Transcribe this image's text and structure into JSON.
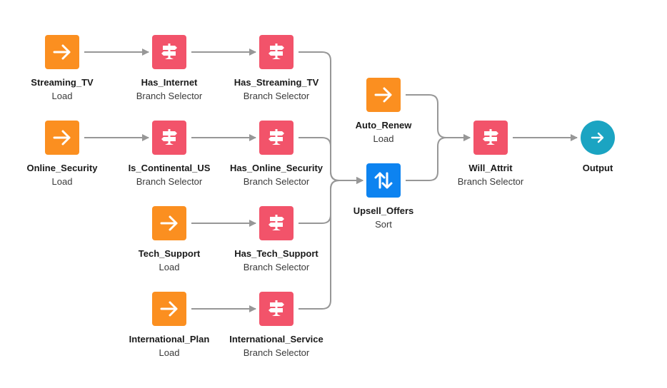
{
  "nodes": [
    {
      "id": "streaming_tv",
      "name": "Streaming_TV",
      "type": "Load",
      "icon": "arrow-right-icon",
      "color": "#fb8f20"
    },
    {
      "id": "has_internet",
      "name": "Has_Internet",
      "type": "Branch Selector",
      "icon": "signpost-icon",
      "color": "#f2536a"
    },
    {
      "id": "has_streaming_tv",
      "name": "Has_Streaming_TV",
      "type": "Branch Selector",
      "icon": "signpost-icon",
      "color": "#f2536a"
    },
    {
      "id": "online_security",
      "name": "Online_Security",
      "type": "Load",
      "icon": "arrow-right-icon",
      "color": "#fb8f20"
    },
    {
      "id": "is_continental_us",
      "name": "Is_Continental_US",
      "type": "Branch Selector",
      "icon": "signpost-icon",
      "color": "#f2536a"
    },
    {
      "id": "has_online_security",
      "name": "Has_Online_Security",
      "type": "Branch Selector",
      "icon": "signpost-icon",
      "color": "#f2536a"
    },
    {
      "id": "tech_support",
      "name": "Tech_Support",
      "type": "Load",
      "icon": "arrow-right-icon",
      "color": "#fb8f20"
    },
    {
      "id": "has_tech_support",
      "name": "Has_Tech_Support",
      "type": "Branch Selector",
      "icon": "signpost-icon",
      "color": "#f2536a"
    },
    {
      "id": "international_plan",
      "name": "International_Plan",
      "type": "Load",
      "icon": "arrow-right-icon",
      "color": "#fb8f20"
    },
    {
      "id": "international_service",
      "name": "International_Service",
      "type": "Branch Selector",
      "icon": "signpost-icon",
      "color": "#f2536a"
    },
    {
      "id": "auto_renew",
      "name": "Auto_Renew",
      "type": "Load",
      "icon": "arrow-right-icon",
      "color": "#fb8f20"
    },
    {
      "id": "upsell_offers",
      "name": "Upsell_Offers",
      "type": "Sort",
      "icon": "sort-icon",
      "color": "#0d83f0"
    },
    {
      "id": "will_attrit",
      "name": "Will_Attrit",
      "type": "Branch Selector",
      "icon": "signpost-icon",
      "color": "#f2536a"
    },
    {
      "id": "output",
      "name": "Output",
      "type": "",
      "icon": "arrow-right-circle-icon",
      "color": "#1ba4c2"
    }
  ],
  "edges": [
    [
      "streaming_tv",
      "has_internet"
    ],
    [
      "has_internet",
      "has_streaming_tv"
    ],
    [
      "online_security",
      "is_continental_us"
    ],
    [
      "is_continental_us",
      "has_online_security"
    ],
    [
      "tech_support",
      "has_tech_support"
    ],
    [
      "international_plan",
      "international_service"
    ],
    [
      "has_streaming_tv",
      "upsell_offers"
    ],
    [
      "has_online_security",
      "upsell_offers"
    ],
    [
      "has_tech_support",
      "upsell_offers"
    ],
    [
      "international_service",
      "upsell_offers"
    ],
    [
      "auto_renew",
      "will_attrit"
    ],
    [
      "upsell_offers",
      "will_attrit"
    ],
    [
      "will_attrit",
      "output"
    ]
  ],
  "edge_color": "#979797"
}
